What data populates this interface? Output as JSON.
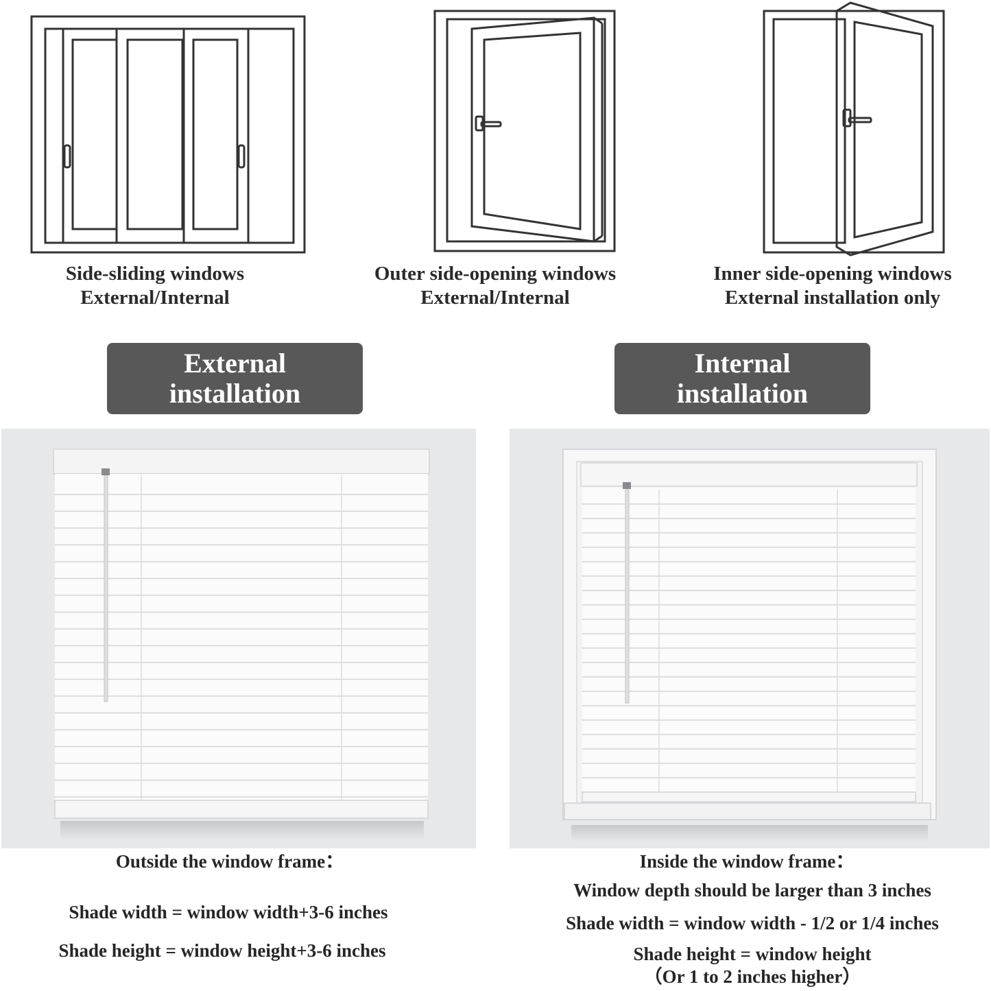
{
  "window_types": [
    {
      "icon": "side-sliding-window-icon",
      "title": "Side-sliding windows",
      "subtitle": "External/Internal"
    },
    {
      "icon": "outer-side-opening-window-icon",
      "title": "Outer side-opening windows",
      "subtitle": "External/Internal"
    },
    {
      "icon": "inner-side-opening-window-icon",
      "title": "Inner side-opening windows",
      "subtitle": "External installation only"
    }
  ],
  "external": {
    "badge_line1": "External",
    "badge_line2": "installation",
    "photo_icon": "blind-outside-frame-icon",
    "heading": "Outside the window frame：",
    "width_rule": "Shade width = window width+3-6 inches",
    "height_rule": "Shade height = window height+3-6 inches"
  },
  "internal": {
    "badge_line1": "Internal",
    "badge_line2": "installation",
    "photo_icon": "blind-inside-frame-icon",
    "heading": "Inside the window frame：",
    "depth_rule": "Window depth should be larger than 3 inches",
    "width_rule": "Shade width = window width - 1/2 or 1/4 inches",
    "height_rule": "Shade height = window height",
    "height_note": "（Or 1 to 2 inches higher）"
  },
  "colors": {
    "badge": "#585858",
    "line_art": "#333333",
    "wall": "#e7e8ea",
    "slat": "#fbfbfb"
  }
}
